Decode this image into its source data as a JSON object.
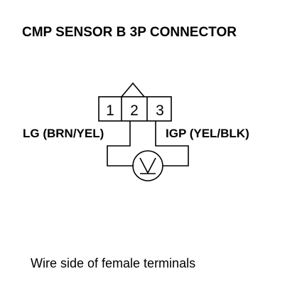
{
  "diagram": {
    "title": "CMP SENSOR B 3P CONNECTOR",
    "connector": {
      "pins": [
        "1",
        "2",
        "3"
      ]
    },
    "wires": {
      "left_label": "LG (BRN/YEL)",
      "right_label": "IGP (YEL/BLK)"
    },
    "meter": {
      "icon": "voltmeter-icon",
      "symbol": "V"
    },
    "caption": "Wire side of female terminals"
  }
}
